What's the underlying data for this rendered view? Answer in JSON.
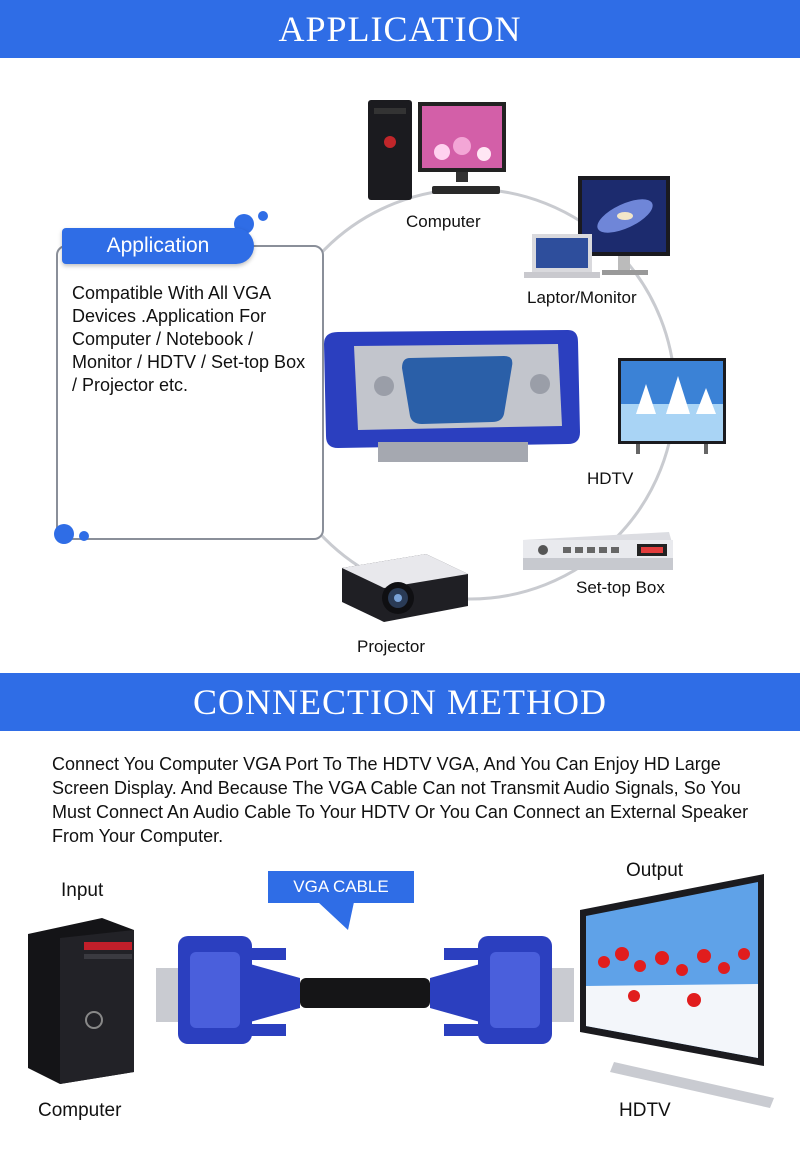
{
  "sections": {
    "application_title": "APPLICATION",
    "connection_title": "CONNECTION METHOD"
  },
  "application": {
    "pill_label": "Application",
    "description": "Compatible With All VGA Devices .Application For Computer / Notebook / Monitor / HDTV / Set-top Box / Projector etc."
  },
  "devices": {
    "computer": "Computer",
    "laptop_monitor": "Laptor/Monitor",
    "hdtv": "HDTV",
    "settop": "Set-top Box",
    "projector": "Projector"
  },
  "connection": {
    "description": "Connect You Computer VGA Port To The HDTV VGA, And You Can Enjoy HD Large Screen Display. And Because The VGA Cable Can not Transmit Audio Signals, So You Must Connect An Audio Cable To Your HDTV Or You Can Connect an External Speaker From Your Computer.",
    "cable_label": "VGA CABLE",
    "input_label": "Input",
    "output_label": "Output",
    "left_device": "Computer",
    "right_device": "HDTV"
  },
  "colors": {
    "brand_blue": "#2f6de6",
    "connector_blue": "#2b3fbf"
  }
}
